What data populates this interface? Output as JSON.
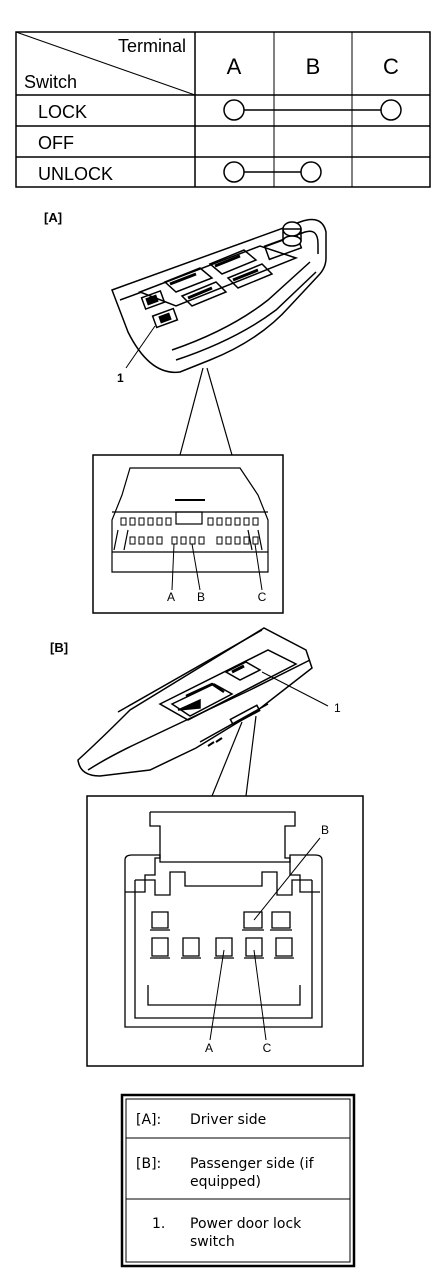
{
  "continuity_table": {
    "header_terminal": "Terminal",
    "header_switch": "Switch",
    "terminals": [
      "A",
      "B",
      "C"
    ],
    "rows": [
      {
        "label": "LOCK",
        "connected": [
          "A",
          "C"
        ]
      },
      {
        "label": "OFF",
        "connected": []
      },
      {
        "label": "UNLOCK",
        "connected": [
          "A",
          "B"
        ]
      }
    ]
  },
  "driver_view": {
    "tag": "[A]",
    "callout": "1",
    "pins": [
      "A",
      "B",
      "C"
    ]
  },
  "passenger_view": {
    "tag": "[B]",
    "callout": "1",
    "pins": [
      "A",
      "B",
      "C"
    ]
  },
  "legend": [
    {
      "key": "[A]:",
      "text_lines": [
        "Driver side"
      ]
    },
    {
      "key": "[B]:",
      "text_lines": [
        "Passenger side (if",
        "equipped)"
      ]
    },
    {
      "key": "1.",
      "text_lines": [
        "Power door lock",
        "switch"
      ]
    }
  ]
}
